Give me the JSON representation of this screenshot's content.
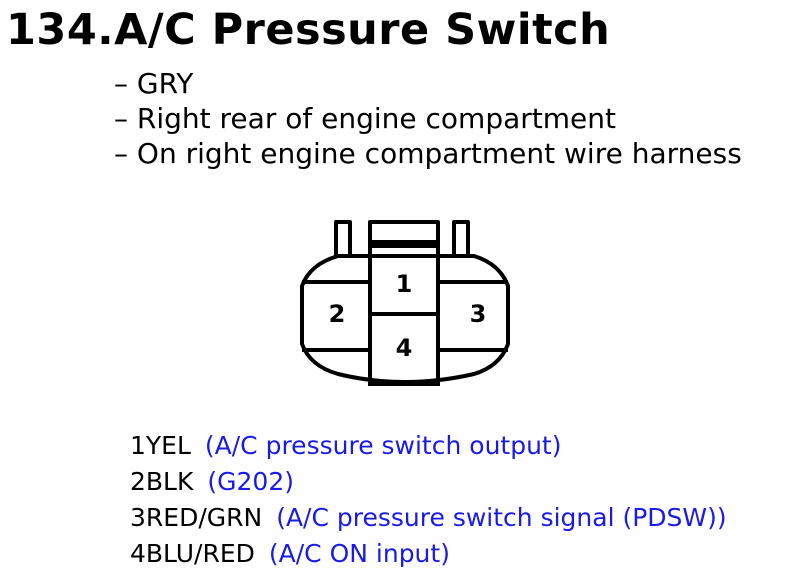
{
  "title": "134.A/C Pressure Switch",
  "notes": [
    "– GRY",
    "– Right rear of engine compartment",
    "– On right engine compartment wire harness"
  ],
  "connector": {
    "pin_labels": [
      "1",
      "2",
      "3",
      "4"
    ]
  },
  "pins": [
    {
      "code": "1YEL",
      "desc": "(A/C pressure switch output)"
    },
    {
      "code": "2BLK",
      "desc": "(G202)"
    },
    {
      "code": "3RED/GRN",
      "desc": "(A/C pressure switch signal (PDSW))"
    },
    {
      "code": "4BLU/RED",
      "desc": "(A/C ON input)"
    }
  ],
  "colors": {
    "text": "#000000",
    "description": "#1a1ae6"
  }
}
